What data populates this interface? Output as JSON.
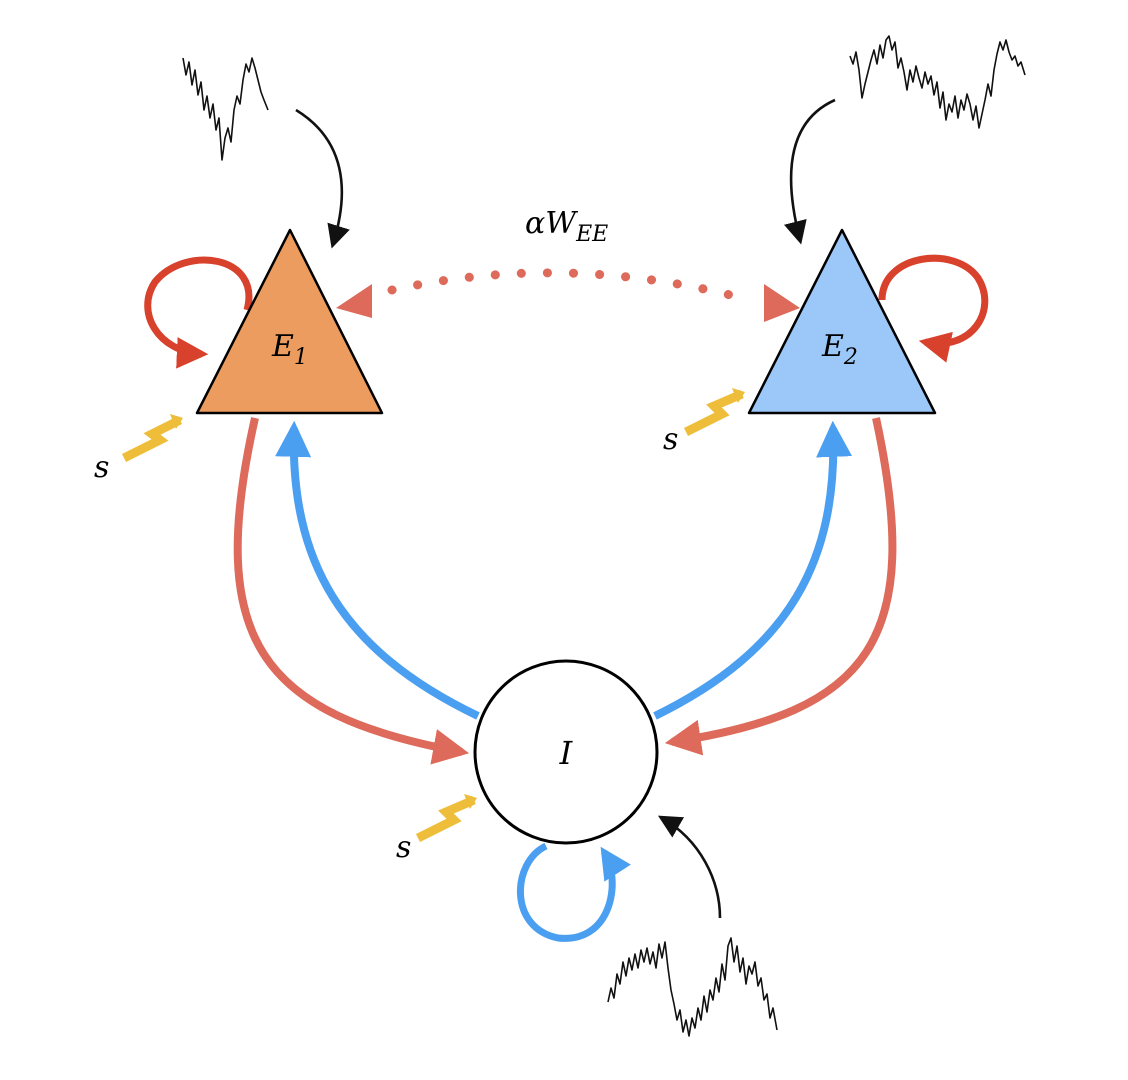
{
  "diagram": {
    "nodes": {
      "e1": {
        "letter": "E",
        "subscript": "1",
        "shape": "triangle"
      },
      "e2": {
        "letter": "E",
        "subscript": "2",
        "shape": "triangle"
      },
      "inh": {
        "letter": "I",
        "shape": "circle"
      }
    },
    "coupling_label": {
      "main": "αW",
      "subscript": "EE"
    },
    "stimulus_label": "s",
    "colors": {
      "e1_fill": "#ec9c5e",
      "e2_fill": "#9bc8f8",
      "excitatory": "#dd6a5a",
      "self_excitation": "#d8412c",
      "inhibitory": "#4b9ff0",
      "stimulus": "#eebd3a",
      "noise": "#111111"
    },
    "icons": [
      "noise-trace",
      "lightning-bolt-icon",
      "self-loop-arrow",
      "curved-arrow"
    ]
  }
}
